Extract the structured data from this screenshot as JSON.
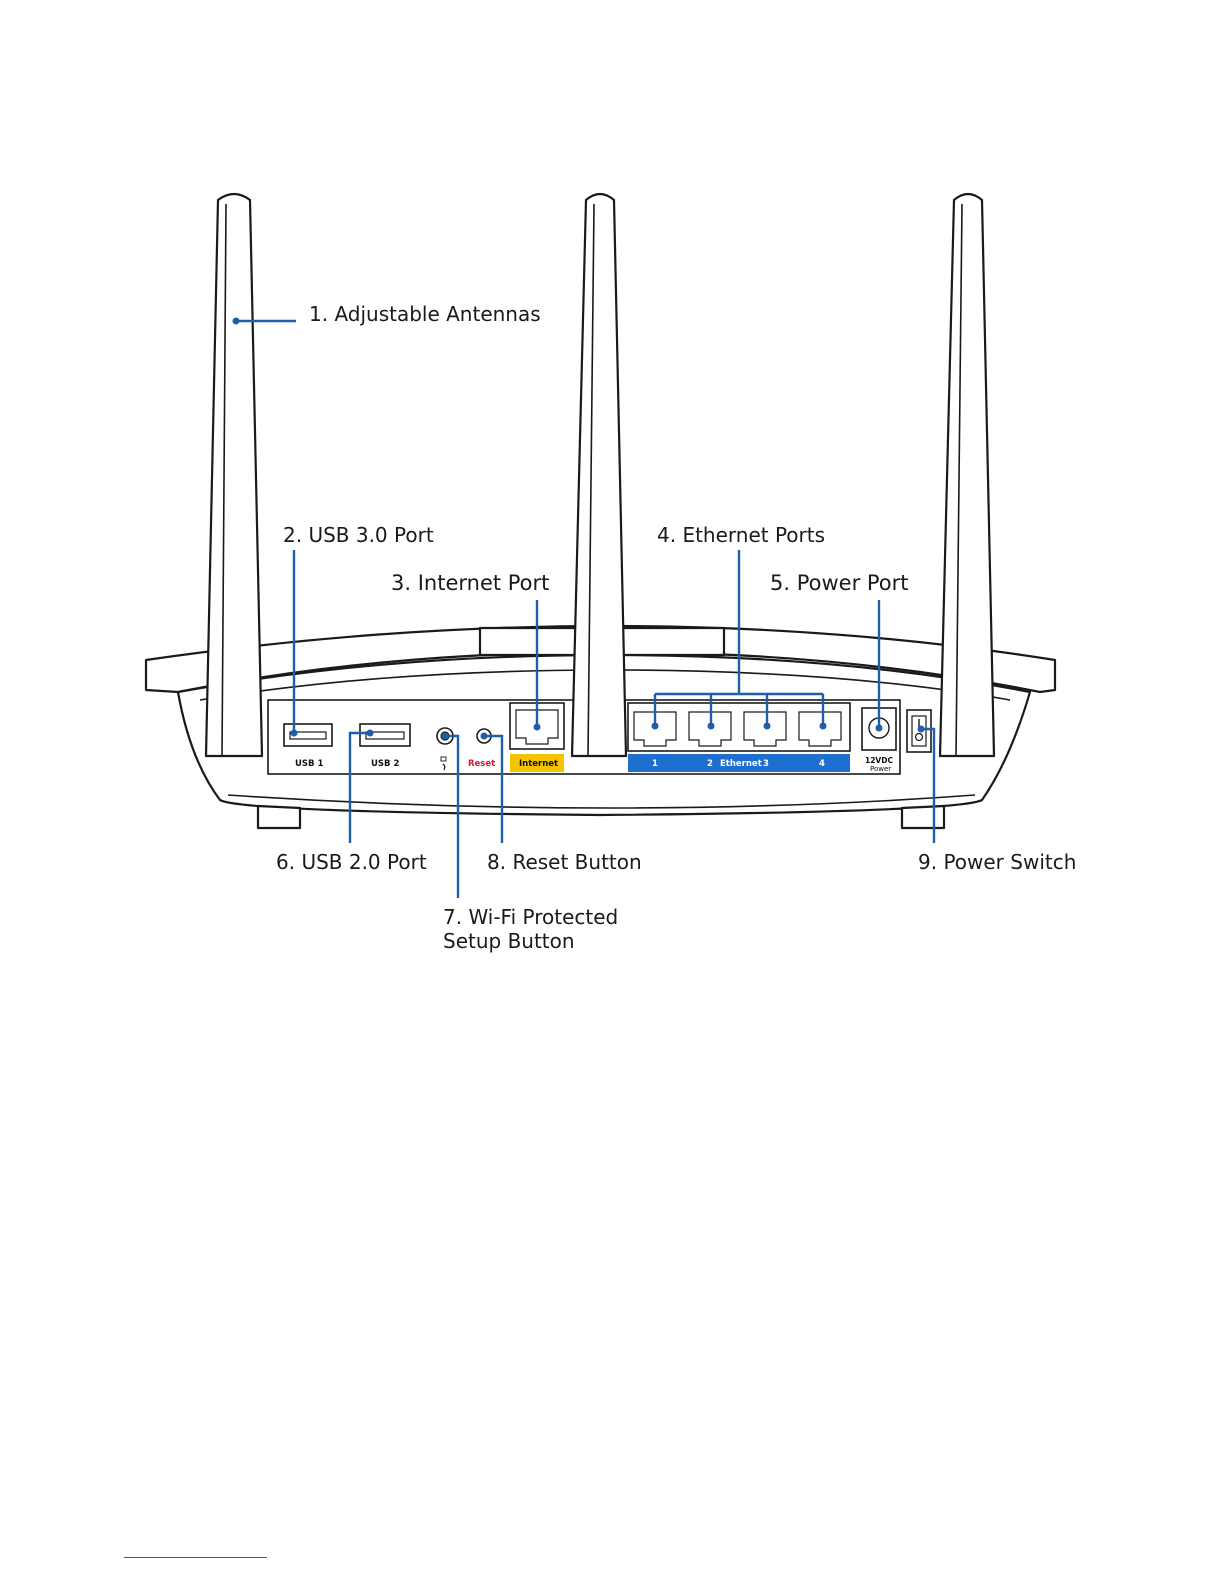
{
  "callouts": [
    {
      "id": "adjustable-antennas",
      "lines": [
        "1. Adjustable Antennas"
      ]
    },
    {
      "id": "usb3-port",
      "lines": [
        "2. USB 3.0 Port"
      ]
    },
    {
      "id": "internet-port",
      "lines": [
        "3. Internet Port"
      ]
    },
    {
      "id": "ethernet-ports",
      "lines": [
        "4. Ethernet Ports"
      ]
    },
    {
      "id": "power-port",
      "lines": [
        "5. Power Port"
      ]
    },
    {
      "id": "usb2-port",
      "lines": [
        "6. USB 2.0 Port"
      ]
    },
    {
      "id": "wps-button",
      "lines": [
        "7. Wi-Fi Protected",
        "Setup Button"
      ]
    },
    {
      "id": "reset-button",
      "lines": [
        "8. Reset Button"
      ]
    },
    {
      "id": "power-switch",
      "lines": [
        "9. Power Switch"
      ]
    }
  ],
  "panel_labels": {
    "usb1": "USB 1",
    "usb2": "USB 2",
    "reset": "Reset",
    "internet": "Internet",
    "eth1": "1",
    "eth2": "2",
    "ethernet": "Ethernet",
    "eth3": "3",
    "eth4": "4",
    "power_v": "12VDC",
    "power": "Power"
  },
  "colors": {
    "leader": "#1f5fa8",
    "internet_band": "#f5c400",
    "ethernet_band": "#1f6fd1",
    "reset_text": "#d11a2a",
    "outline": "#1a1a1a"
  },
  "icons": [
    "wps-icon",
    "power-switch-icon"
  ]
}
